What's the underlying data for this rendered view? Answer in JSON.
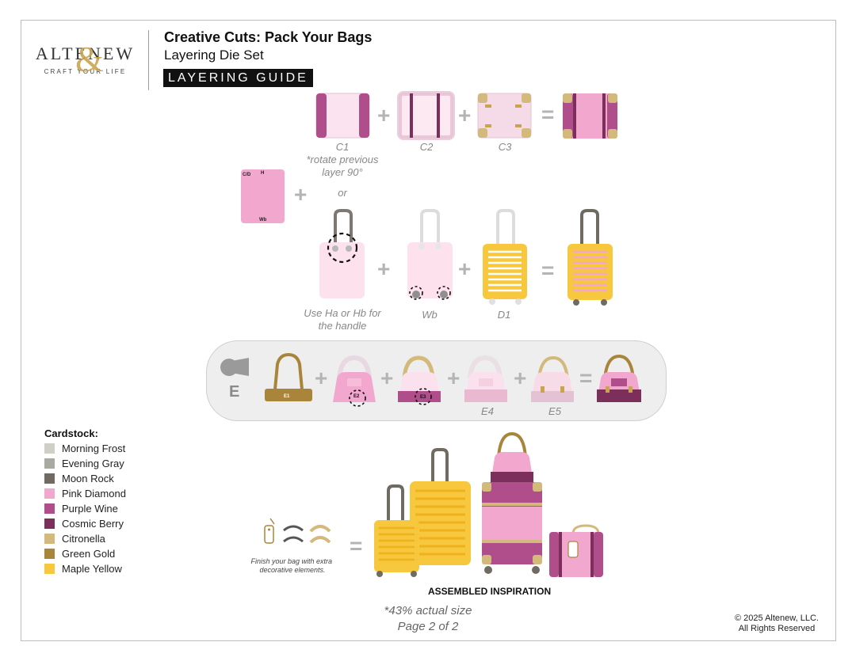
{
  "logo": {
    "word": "ALTENEW",
    "tagline": "CRAFT YOUR LIFE"
  },
  "header": {
    "title": "Creative Cuts: Pack Your Bags",
    "subtitle": "Layering Die Set",
    "guide_label": "LAYERING GUIDE"
  },
  "row1": {
    "c1": "C1",
    "c1_note": "*rotate previous layer 90°",
    "c2": "C2",
    "c3": "C3",
    "or": "or"
  },
  "base_piece": {
    "label_cd": "C/D",
    "label_h": "H",
    "label_wb": "Wb"
  },
  "row2": {
    "handle_note": "Use Ha or Hb for the handle",
    "wb": "Wb",
    "d1": "D1"
  },
  "row3": {
    "letter": "E",
    "e1": "E1",
    "e2": "E2",
    "e3": "E3",
    "e4": "E4",
    "e5": "E5"
  },
  "operators": {
    "plus": "+",
    "equals": "="
  },
  "decor_note": "Finish your bag with extra decorative elements.",
  "assembled_label": "ASSEMBLED INSPIRATION",
  "footer": {
    "actual_size": "*43% actual size",
    "page": "Page 2 of 2",
    "copyright": "© 2025 Altenew, LLC.",
    "rights": "All Rights Reserved"
  },
  "cardstock": {
    "heading": "Cardstock:",
    "items": [
      {
        "name": "Morning Frost",
        "color": "#cfcfc6"
      },
      {
        "name": "Evening Gray",
        "color": "#a9a8a1"
      },
      {
        "name": "Moon Rock",
        "color": "#6f6a62"
      },
      {
        "name": "Pink Diamond",
        "color": "#f2a7cf"
      },
      {
        "name": "Purple Wine",
        "color": "#b04d8b"
      },
      {
        "name": "Cosmic Berry",
        "color": "#7d2f5c"
      },
      {
        "name": "Citronella",
        "color": "#d3b97c"
      },
      {
        "name": "Green Gold",
        "color": "#a8853a"
      },
      {
        "name": "Maple Yellow",
        "color": "#f7c73d"
      }
    ]
  },
  "colors": {
    "accent_gold": "#c9a44f",
    "label_gray": "#888888",
    "operator_gray": "#b4b4b4"
  }
}
